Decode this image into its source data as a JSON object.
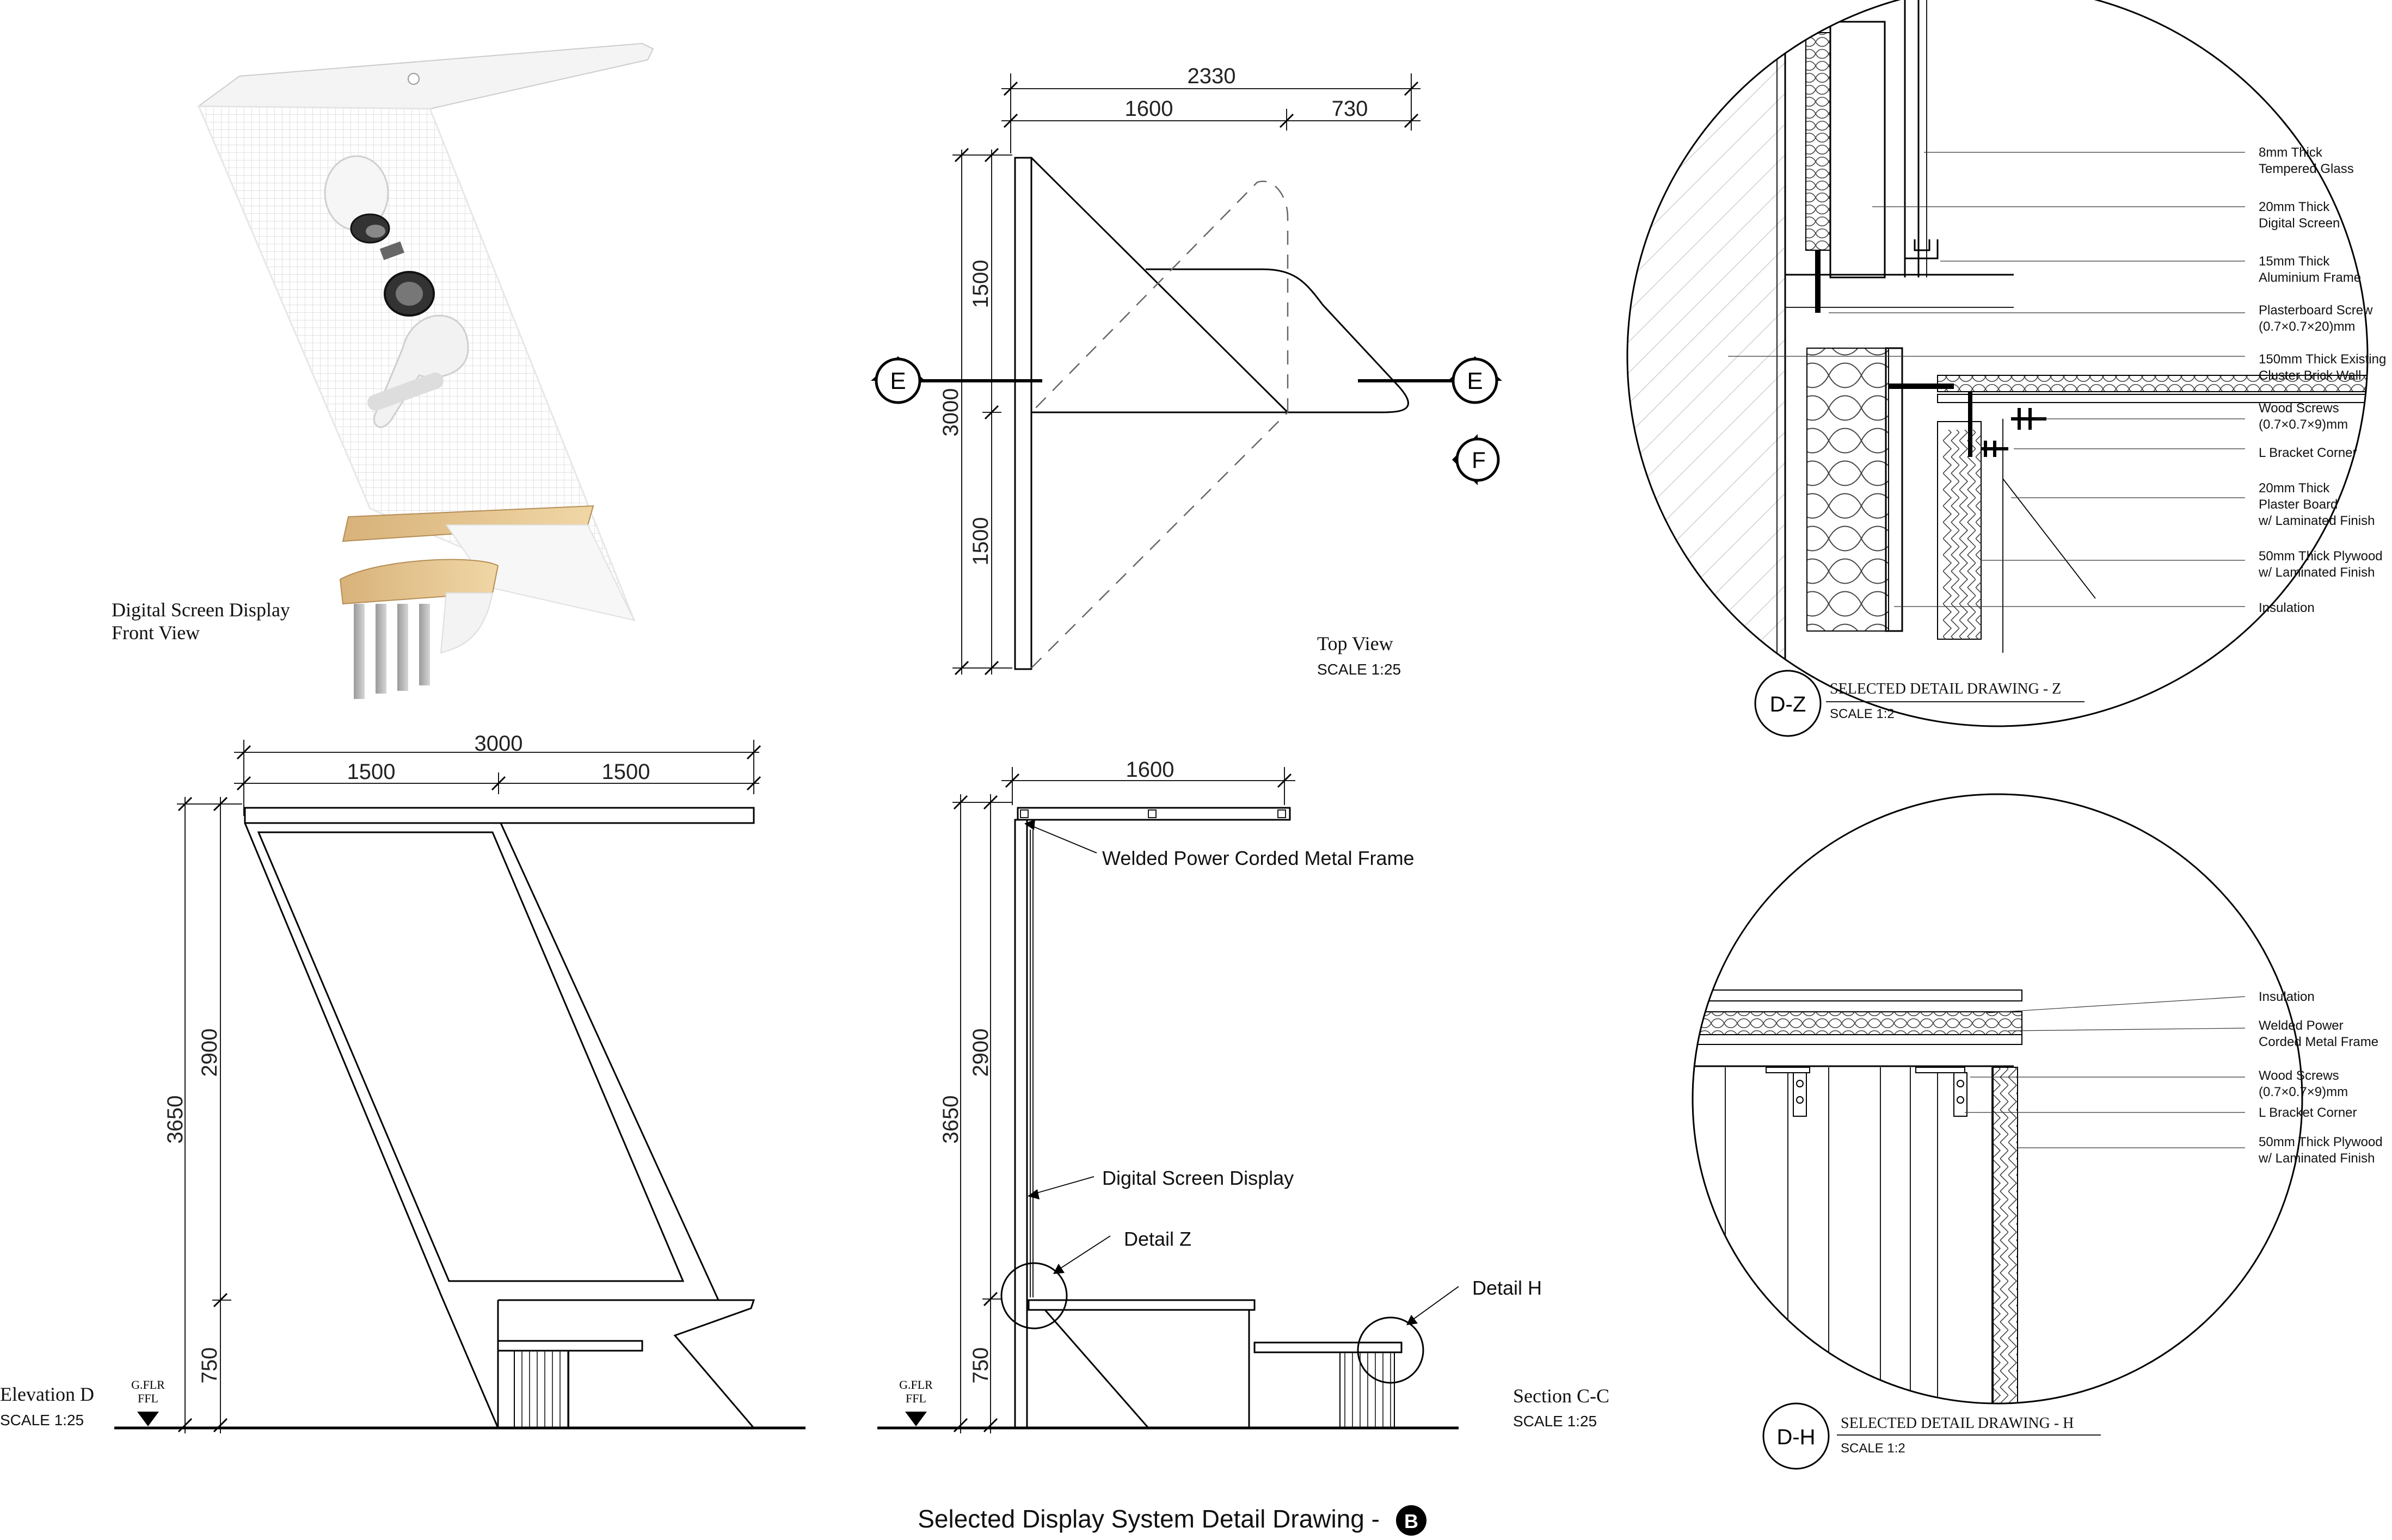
{
  "footer": {
    "title": "Selected Display System Detail Drawing -",
    "badge": "B"
  },
  "render_view": {
    "title": "Digital Screen Display",
    "subtitle": "Front View"
  },
  "top_view": {
    "title": "Top View",
    "scale": "SCALE 1:25",
    "dims": {
      "total": "2330",
      "left": "1600",
      "right": "730",
      "height": "3000",
      "upper": "1500",
      "lower": "1500"
    },
    "markers": {
      "left": "E",
      "right": "E",
      "side": "F"
    }
  },
  "elevation_d": {
    "title": "Elevation D",
    "scale": "SCALE 1:25",
    "dims": {
      "total": "3000",
      "left": "1500",
      "right": "1500",
      "height": "3650",
      "upper": "2900",
      "lower": "750"
    },
    "level": {
      "line1": "G.FLR",
      "line2": "FFL"
    }
  },
  "section_cc": {
    "title": "Section C-C",
    "scale": "SCALE 1:25",
    "dims": {
      "top": "1600",
      "height": "3650",
      "upper": "2900",
      "lower": "750"
    },
    "level": {
      "line1": "G.FLR",
      "line2": "FFL"
    },
    "labels": {
      "frame": "Welded Power Corded Metal Frame",
      "screen": "Digital Screen Display",
      "detail_z": "Detail Z",
      "detail_h": "Detail H"
    }
  },
  "detail_z": {
    "tag": "D-Z",
    "title": "SELECTED DETAIL DRAWING - Z",
    "scale": "SCALE 1:2",
    "notes": [
      [
        "8mm Thick",
        "Tempered Glass"
      ],
      [
        "20mm Thick",
        "Digital Screen"
      ],
      [
        "15mm Thick",
        "Aluminium Frame"
      ],
      [
        "Plasterboard Screw",
        "(0.7×0.7×20)mm"
      ],
      [
        "150mm Thick Existing",
        "Cluster Brick Wall"
      ],
      [
        "Wood Screws",
        "(0.7×0.7×9)mm"
      ],
      [
        "L Bracket Corner",
        ""
      ],
      [
        "20mm Thick",
        "Plaster Board",
        "w/ Laminated Finish"
      ],
      [
        "50mm Thick Plywood",
        "w/ Laminated Finish"
      ],
      [
        "Insulation",
        ""
      ]
    ]
  },
  "detail_h": {
    "tag": "D-H",
    "title": "SELECTED DETAIL DRAWING - H",
    "scale": "SCALE 1:2",
    "notes": [
      [
        "Insulation",
        ""
      ],
      [
        "Welded Power",
        "Corded Metal Frame"
      ],
      [
        "Wood Screws",
        "(0.7×0.7×9)mm"
      ],
      [
        "L Bracket Corner",
        ""
      ],
      [
        "50mm Thick Plywood",
        "w/ Laminated Finish"
      ]
    ]
  }
}
